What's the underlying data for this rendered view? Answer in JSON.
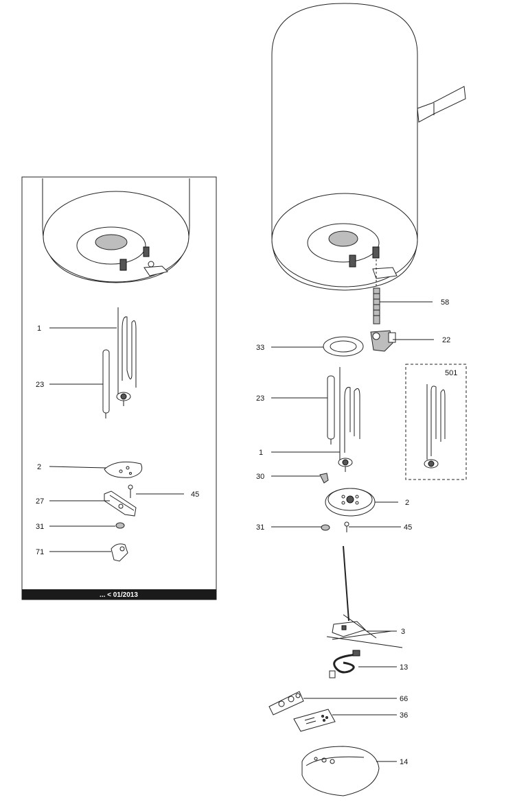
{
  "inset": {
    "footer": "... < 01/2013",
    "labels": {
      "l1": "1",
      "l23": "23",
      "l2": "2",
      "l27": "27",
      "l45": "45",
      "l31": "31",
      "l71": "71"
    }
  },
  "main": {
    "labels": {
      "l58": "58",
      "l22": "22",
      "l33": "33",
      "l501": "501",
      "l23": "23",
      "l1": "1",
      "l30": "30",
      "l2": "2",
      "l31": "31",
      "l45": "45",
      "l3": "3",
      "l13": "13",
      "l66": "66",
      "l36": "36",
      "l14": "14"
    }
  }
}
